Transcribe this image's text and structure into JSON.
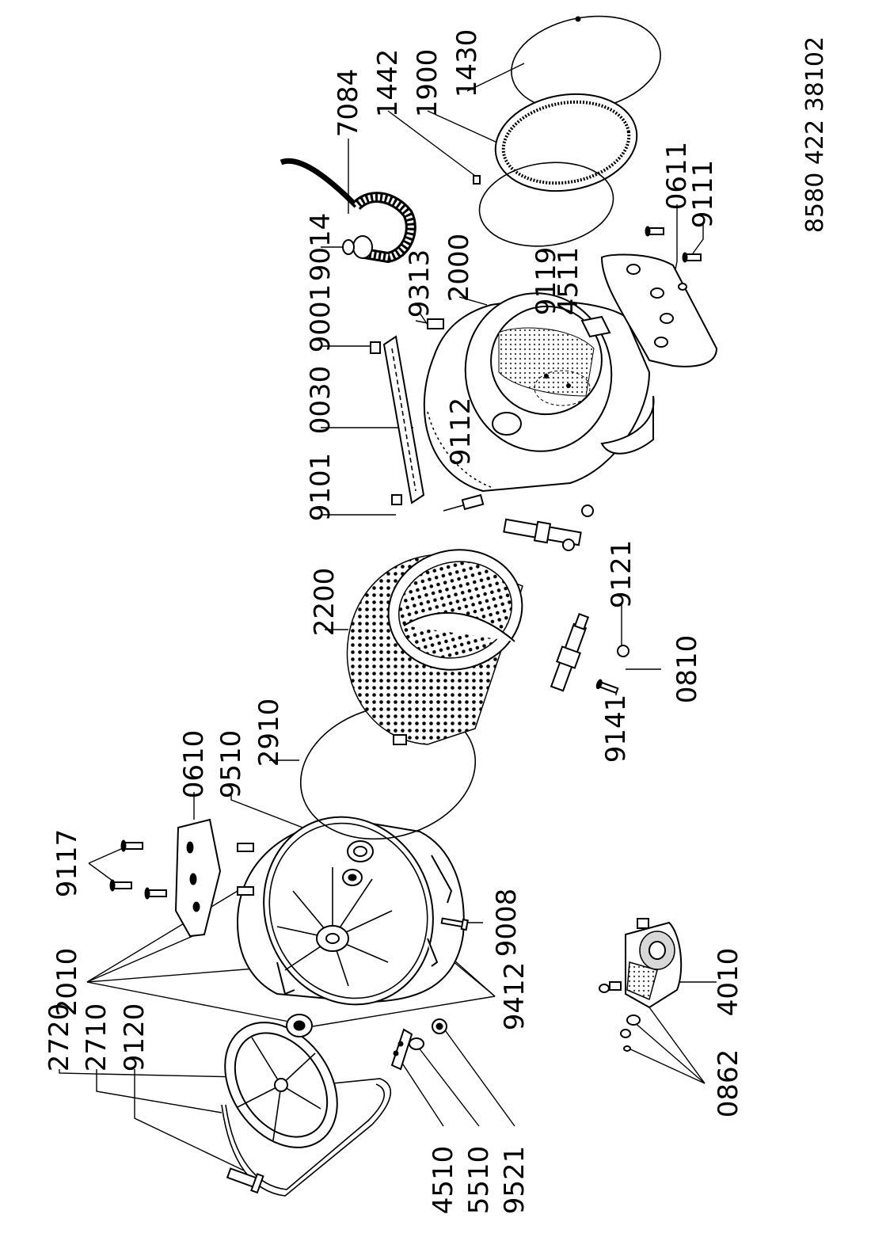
{
  "document_number": "8580 422 38102",
  "parts": [
    {
      "id": "p2720",
      "label": "2720"
    },
    {
      "id": "p2710",
      "label": "2710"
    },
    {
      "id": "p9120",
      "label": "9120"
    },
    {
      "id": "p4510",
      "label": "4510"
    },
    {
      "id": "p5510",
      "label": "5510"
    },
    {
      "id": "p9521",
      "label": "9521"
    },
    {
      "id": "p2010",
      "label": "2010"
    },
    {
      "id": "p9412",
      "label": "9412"
    },
    {
      "id": "p9117",
      "label": "9117"
    },
    {
      "id": "p9008",
      "label": "9008"
    },
    {
      "id": "p0610",
      "label": "0610"
    },
    {
      "id": "p9510",
      "label": "9510"
    },
    {
      "id": "p2910",
      "label": "2910"
    },
    {
      "id": "p2200",
      "label": "2200"
    },
    {
      "id": "p9141",
      "label": "9141"
    },
    {
      "id": "p0810",
      "label": "0810"
    },
    {
      "id": "p9121",
      "label": "9121"
    },
    {
      "id": "p9101",
      "label": "9101"
    },
    {
      "id": "p0030",
      "label": "0030"
    },
    {
      "id": "p9112",
      "label": "9112"
    },
    {
      "id": "p9001",
      "label": "9001"
    },
    {
      "id": "p9313",
      "label": "9313"
    },
    {
      "id": "p2000",
      "label": "2000"
    },
    {
      "id": "p9119",
      "label": "9119"
    },
    {
      "id": "p4511",
      "label": "4511"
    },
    {
      "id": "p9014",
      "label": "9014"
    },
    {
      "id": "p7084",
      "label": "7084"
    },
    {
      "id": "p1442",
      "label": "1442"
    },
    {
      "id": "p1900",
      "label": "1900"
    },
    {
      "id": "p1430",
      "label": "1430"
    },
    {
      "id": "p0611",
      "label": "0611"
    },
    {
      "id": "p9111",
      "label": "9111"
    },
    {
      "id": "p4010",
      "label": "4010"
    },
    {
      "id": "p0862",
      "label": "0862"
    }
  ]
}
